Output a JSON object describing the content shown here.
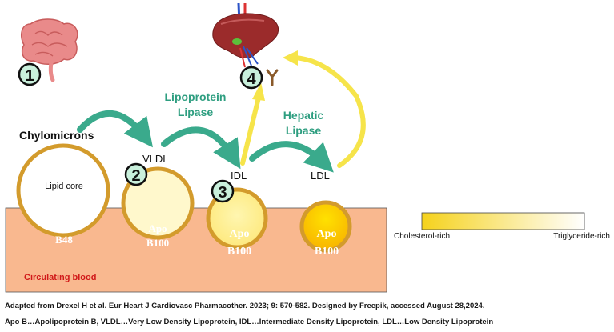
{
  "labels": {
    "chylomicrons": "Chylomicrons",
    "lipid_core": "Lipid core",
    "vldl": "VLDL",
    "idl": "IDL",
    "ldl": "LDL",
    "lipoprotein_lipase_1": "Lipoprotein",
    "lipoprotein_lipase_2": "Lipase",
    "hepatic_lipase_1": "Hepatic",
    "hepatic_lipase_2": "Lipase",
    "circulating_blood": "Circulating blood"
  },
  "apo": {
    "b48_top": "Apo",
    "b48_bottom": "B48",
    "vldl_top": "Apo",
    "vldl_bottom": "B100",
    "idl_top": "Apo",
    "idl_bottom": "B100",
    "ldl_top": "Apo",
    "ldl_bottom": "B100"
  },
  "steps": [
    "1",
    "2",
    "3",
    "4"
  ],
  "legend": {
    "left": "Cholesterol-rich",
    "right": "Triglyceride-rich"
  },
  "caption": {
    "line1": "Adapted from Drexel H et al. Eur Heart J Cardiovasc Pharmacother. 2023; 9: 570-582.  Designed by Freepik, accessed August 28,2024.",
    "line2": "Apo B…Apolipoprotein B, VLDL…Very Low Density Lipoprotein, IDL…Intermediate Density Lipoprotein, LDL…Low Density Lipoprotein"
  },
  "colors": {
    "blood": "#f9b88f",
    "particle_border": "#d39b2c",
    "lipase_text": "#2e9e80",
    "arrow_green": "#3aaa8c",
    "arrow_yellow": "#f6e44a",
    "step_circle": "#c9f0dc"
  },
  "icons": {
    "intestine": "intestine-icon",
    "liver": "liver-icon",
    "receptor": "ldl-receptor-icon"
  }
}
